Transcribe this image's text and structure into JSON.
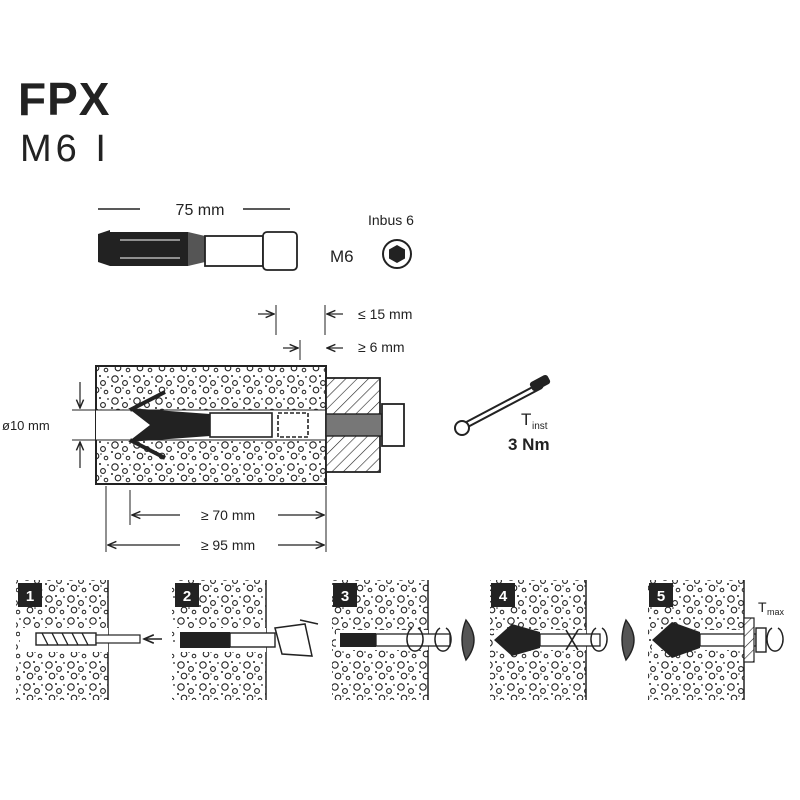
{
  "header": {
    "title": "FPX",
    "subtitle": "M6 I"
  },
  "anchor": {
    "length_label": "75 mm",
    "thread_label": "M6",
    "drive_label": "Inbus 6"
  },
  "installation": {
    "fixture_max": "≤ 15 mm",
    "fixture_min": "≥ 6 mm",
    "drill_diameter": "ø10 mm",
    "min_embedment": "≥ 70 mm",
    "min_depth": "≥ 95 mm",
    "torque_symbol": "T",
    "torque_subscript": "inst",
    "torque_value": "3 Nm"
  },
  "steps": [
    {
      "number": "1"
    },
    {
      "number": "2"
    },
    {
      "number": "3"
    },
    {
      "number": "4"
    },
    {
      "number": "5",
      "torque_symbol": "T",
      "torque_subscript": "max"
    }
  ],
  "colors": {
    "ink": "#222222",
    "paper": "#ffffff"
  }
}
